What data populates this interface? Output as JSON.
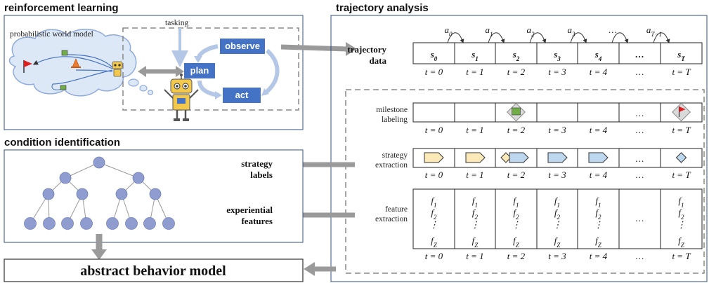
{
  "sections": {
    "rl_title": "reinforcement learning",
    "traj_title": "trajectory analysis",
    "cond_title": "condition identification",
    "abm_label": "abstract behavior model"
  },
  "rl": {
    "world_model_label": "probabilistic world model",
    "tasking_label": "tasking",
    "observe_label": "observe",
    "plan_label": "plan",
    "act_label": "act"
  },
  "trajectory": {
    "data_label_1": "trajectory",
    "data_label_2": "data",
    "dots": "…",
    "states": [
      {
        "s": "s",
        "sub": "0",
        "t": "t = 0"
      },
      {
        "s": "s",
        "sub": "1",
        "t": "t = 1"
      },
      {
        "s": "s",
        "sub": "2",
        "t": "t = 2"
      },
      {
        "s": "s",
        "sub": "3",
        "t": "t = 3"
      },
      {
        "s": "s",
        "sub": "4",
        "t": "t = 4"
      },
      {
        "s": "…",
        "sub": "",
        "t": "…"
      },
      {
        "s": "s",
        "sub": "T",
        "t": "t = T"
      }
    ],
    "actions": [
      {
        "a": "a",
        "sub": "0"
      },
      {
        "a": "a",
        "sub": "1"
      },
      {
        "a": "a",
        "sub": "2"
      },
      {
        "a": "a",
        "sub": "3"
      },
      {
        "a": "…",
        "sub": ""
      },
      {
        "a": "a",
        "sub": "T−1"
      }
    ]
  },
  "analysis": {
    "milestone_label_1": "milestone",
    "milestone_label_2": "labeling",
    "strategy_label_1": "strategy",
    "strategy_label_2": "extraction",
    "feature_label_1": "feature",
    "feature_label_2": "extraction",
    "t_labels": [
      "t = 0",
      "t = 1",
      "t = 2",
      "t = 3",
      "t = 4",
      "…",
      "t = T"
    ],
    "dots": "…",
    "feature_rows": [
      {
        "f": "f",
        "sub": "1"
      },
      {
        "f": "f",
        "sub": "2"
      },
      {
        "f": "⋮",
        "sub": ""
      },
      {
        "f": "f",
        "sub": "Z"
      }
    ]
  },
  "outputs": {
    "strategy_1": "strategy",
    "strategy_2": "labels",
    "experiential_1": "experiential",
    "experiential_2": "features"
  },
  "colors": {
    "box_blue": "#4472c4",
    "panel_border": "#2f4f7f",
    "tree_node": "#8e9ccf",
    "strategy_yellow": "#fbe9b7",
    "strategy_blue": "#bdd7ee",
    "arrow_gray": "#9a9a9a",
    "cloud_fill": "#dde8f6"
  }
}
